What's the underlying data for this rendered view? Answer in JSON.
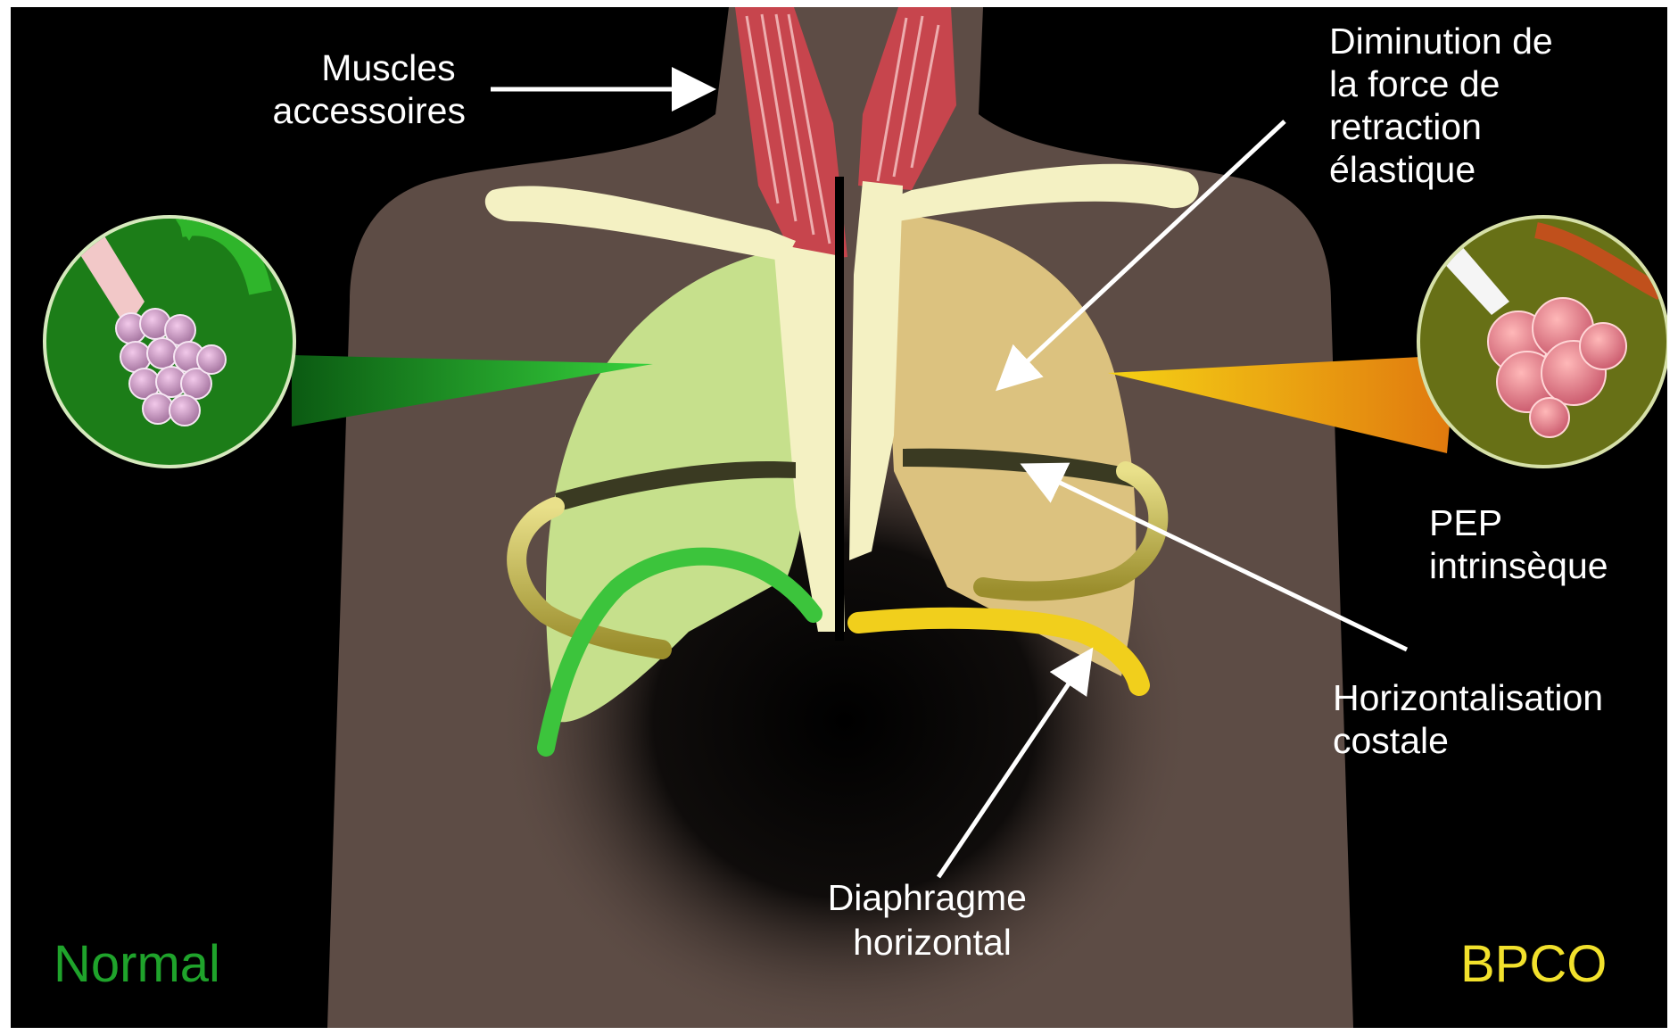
{
  "labels": {
    "muscles": [
      "Muscles",
      "accessoires"
    ],
    "elastic": [
      "Diminution de",
      "la force de",
      "retraction",
      "élastique"
    ],
    "pep": [
      "PEP",
      "intrinsèque"
    ],
    "costal": [
      "Horizontalisation",
      "costale"
    ],
    "diaphragm": [
      "Diaphragme",
      "horizontal"
    ],
    "normal": "Normal",
    "bpco": "BPCO"
  },
  "colors": {
    "background": "#000000",
    "body": "#5d4c45",
    "normal_accent": "#1fa32b",
    "bpco_accent": "#f2e12c",
    "lung_normal": "#c6e08c",
    "lung_bpco": "#dcc27f",
    "bone": "#f4f1c3",
    "muscle": "#c7454d",
    "rib": "#c9bd4c",
    "diaphragm_normal": "#3cc43c",
    "diaphragm_bpco": "#f1cf1c",
    "label_text": "#ffffff"
  },
  "icons": [
    "normal-alveoli-icon",
    "bpco-alveoli-icon"
  ]
}
